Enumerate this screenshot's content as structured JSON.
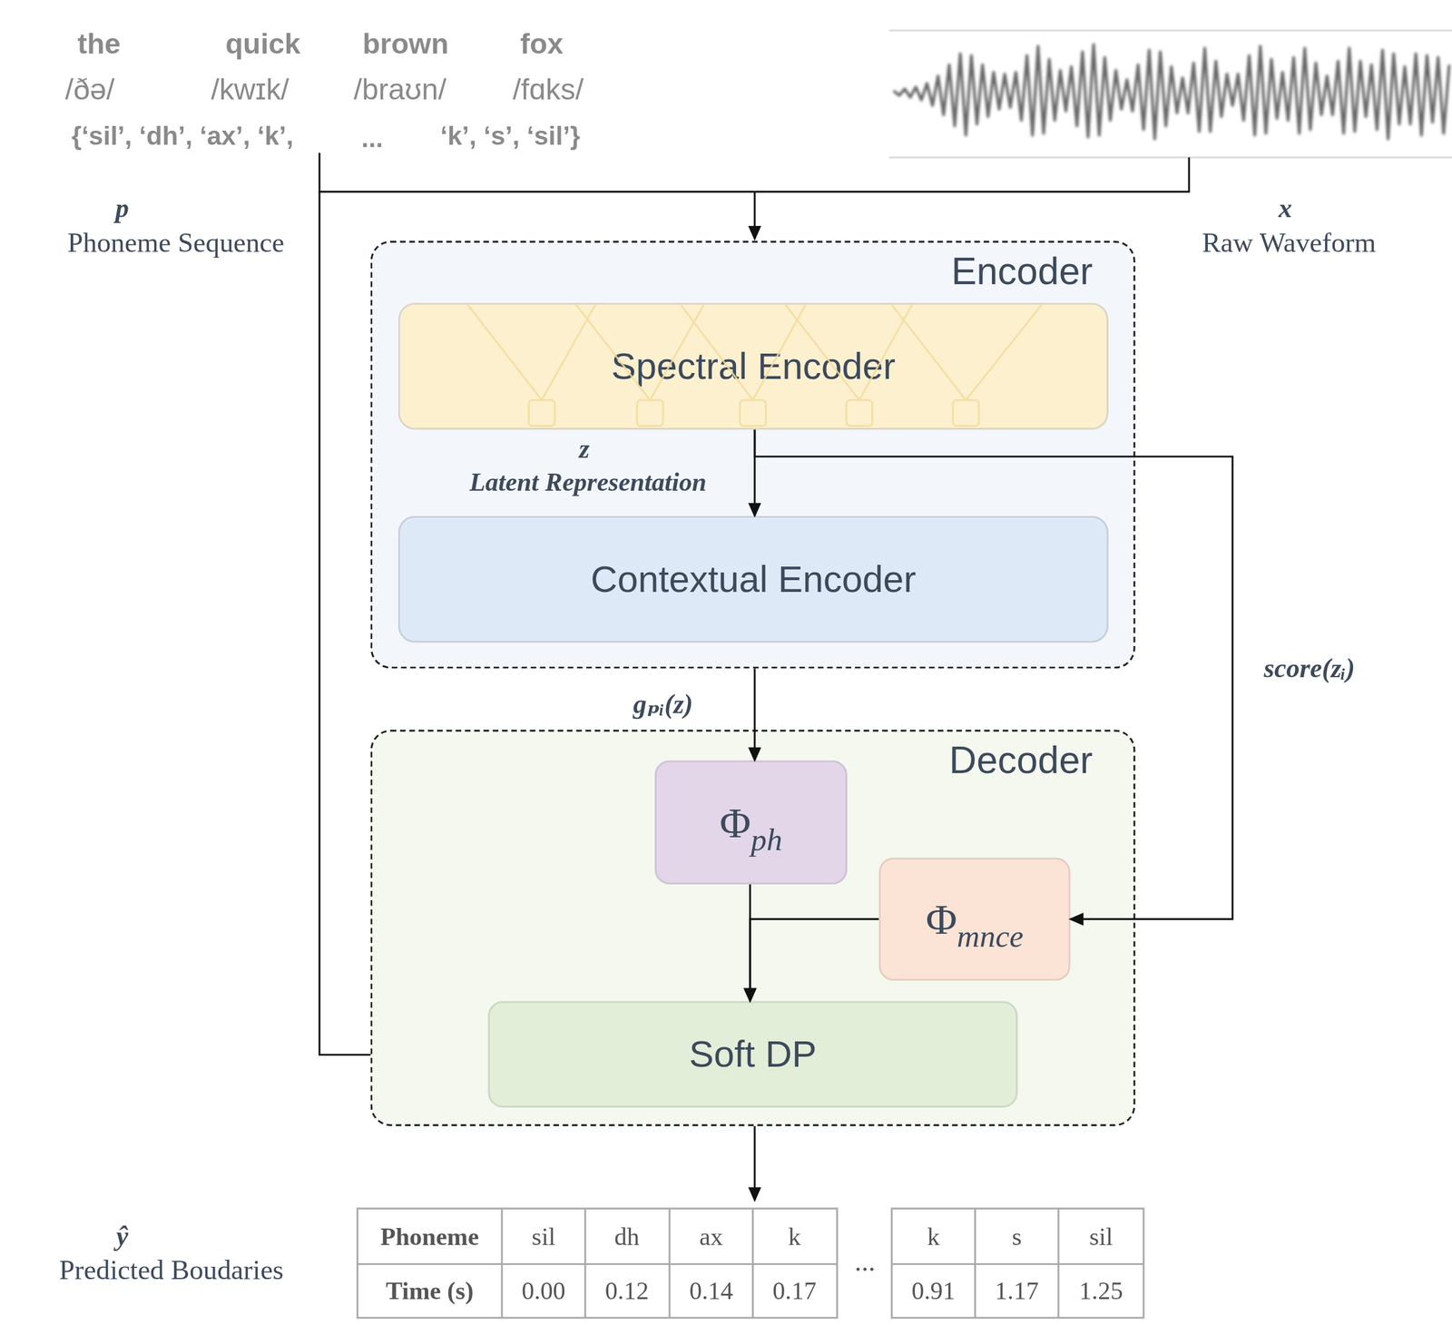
{
  "diagram": {
    "nodes": [
      {
        "text": [
          "Encoder"
        ]
      },
      {
        "text": [
          "Spectral Encoder"
        ],
        "in": 0
      },
      {
        "text": [
          "Contextual Encoder"
        ],
        "in": 0
      },
      {
        "text": [
          "Decoder"
        ]
      },
      {
        "text": [
          "Φ",
          "ph"
        ],
        "in": 3
      },
      {
        "text": [
          "Φ",
          "mnce"
        ],
        "in": 3
      },
      {
        "text": [
          "Soft DP"
        ],
        "in": 3
      }
    ],
    "edges": [
      {
        "from": 1,
        "to": 2,
        "arrow": "to"
      },
      {
        "from": 1,
        "to": 5,
        "label": "score(zᵢ)",
        "arrow": "to"
      },
      {
        "from": 0,
        "to": 4,
        "label": "gₚᵢ(z)",
        "arrow": "to"
      },
      {
        "from": 4,
        "to": 6,
        "arrow": "to"
      },
      {
        "from": 5,
        "to": 6,
        "arrow": "to"
      }
    ],
    "labels": [
      "the",
      "quick",
      "brown",
      "fox",
      "/ðə/",
      "/kwɪk/",
      "/braʊn/",
      "/fɑks/",
      "{‘sil’, ‘dh’, ‘ax’, ‘k’,",
      "...",
      "‘k’, ‘s’, ‘sil’}",
      "p",
      "Phoneme Sequence",
      "x",
      "Raw Waveform",
      "z",
      "Latent Representation",
      "ŷ",
      "Predicted Boudaries",
      "Phoneme",
      "sil",
      "dh",
      "ax",
      "k",
      "...",
      "k",
      "s",
      "sil",
      "Time (s)",
      "0.00",
      "0.12",
      "0.14",
      "0.17",
      "0.91",
      "1.17",
      "1.25"
    ]
  }
}
